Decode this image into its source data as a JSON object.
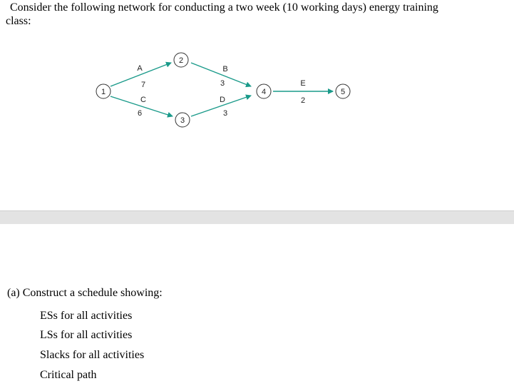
{
  "problem": {
    "line1": "Consider the following network for conducting a two week (10 working days) energy training",
    "line2": "class:"
  },
  "network": {
    "nodes": [
      "1",
      "2",
      "3",
      "4",
      "5"
    ],
    "activities": [
      {
        "name": "A",
        "duration": "7"
      },
      {
        "name": "C",
        "duration": "6"
      },
      {
        "name": "B",
        "duration": "3"
      },
      {
        "name": "D",
        "duration": "3"
      },
      {
        "name": "E",
        "duration": "2"
      }
    ],
    "arrow_color": "#1a9a8a"
  },
  "part_a": {
    "heading": "(a) Construct a schedule showing:",
    "items": [
      "ESs for all activities",
      "LSs for all activities",
      "Slacks for all activities",
      "Critical path"
    ]
  }
}
